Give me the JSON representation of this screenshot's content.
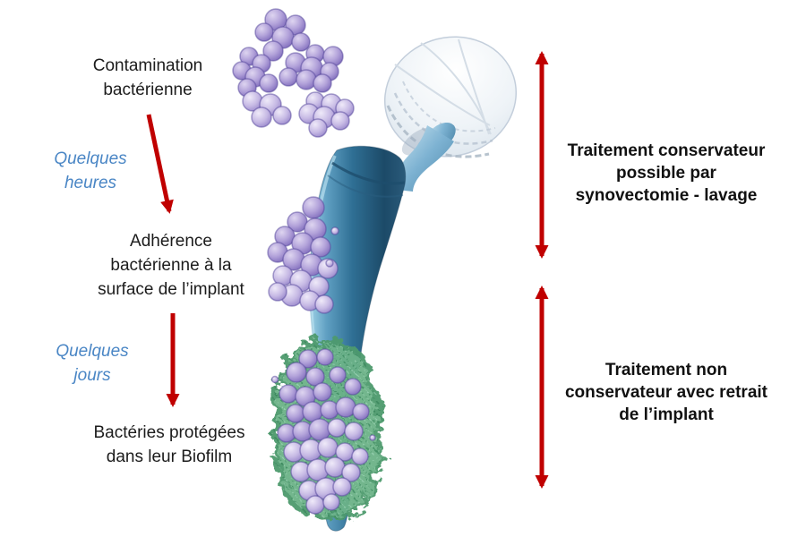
{
  "stages": {
    "contamination": {
      "label": "Contamination\nbactérienne"
    },
    "adhesion": {
      "label": "Adhérence\nbactérienne à la\nsurface de l’implant"
    },
    "biofilm": {
      "label": "Bactéries protégées\ndans leur Biofilm"
    }
  },
  "timeline": {
    "hours": {
      "label": "Quelques\nheures"
    },
    "days": {
      "label": "Quelques\njours"
    }
  },
  "treatments": {
    "conservative": {
      "label": "Traitement conservateur\npossible par\nsynovectomie - lavage"
    },
    "non_conservative": {
      "label": "Traitement non\nconservateur avec retrait\nde l’implant"
    }
  },
  "colors": {
    "arrow_red": "#c00000",
    "timeline_blue": "#4a86c5",
    "text_dark": "#1c1c1c",
    "bacteria_purple": "#7a68b4",
    "biofilm_green": "#5fae7d",
    "implant_blue": "#2f6f94",
    "cup_gray": "#e9eef3"
  }
}
